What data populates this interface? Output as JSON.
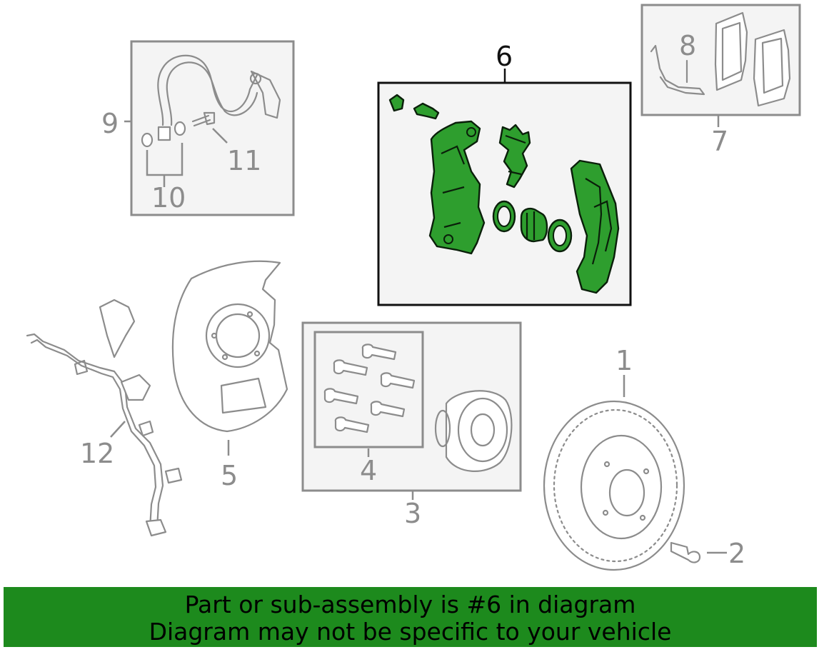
{
  "callouts": {
    "c1": "1",
    "c2": "2",
    "c3": "3",
    "c4": "4",
    "c5": "5",
    "c6": "6",
    "c7": "7",
    "c8": "8",
    "c9": "9",
    "c10": "10",
    "c11": "11",
    "c12": "12"
  },
  "highlighted_part": "6",
  "colors": {
    "highlight": "#2e9e2e",
    "banner": "#1d8a1d",
    "line": "#8c8c8c"
  },
  "footer": {
    "line1": "Part or sub-assembly is #6 in diagram",
    "line2": "Diagram may not be specific to your vehicle"
  }
}
